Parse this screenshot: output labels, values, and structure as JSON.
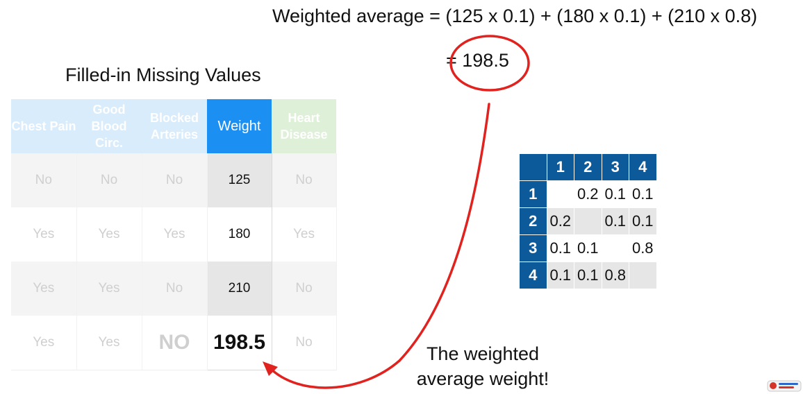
{
  "formula": "Weighted average = (125 x 0.1) + (180 x 0.1) + (210 x 0.8)",
  "result": "= 198.5",
  "left_title": "Filled-in Missing Values",
  "main_table": {
    "headers": [
      "Chest Pain",
      "Good Blood Circ.",
      "Blocked Arteries",
      "Weight",
      "Heart Disease"
    ],
    "rows": [
      [
        "No",
        "No",
        "No",
        "125",
        "No"
      ],
      [
        "Yes",
        "Yes",
        "Yes",
        "180",
        "Yes"
      ],
      [
        "Yes",
        "Yes",
        "No",
        "210",
        "No"
      ],
      [
        "Yes",
        "Yes",
        "NO",
        "198.5",
        "No"
      ]
    ]
  },
  "matrix": {
    "headers": [
      "1",
      "2",
      "3",
      "4"
    ],
    "rows": [
      {
        "label": "1",
        "cells": [
          "",
          "0.2",
          "0.1",
          "0.1"
        ]
      },
      {
        "label": "2",
        "cells": [
          "0.2",
          "",
          "0.1",
          "0.1"
        ]
      },
      {
        "label": "3",
        "cells": [
          "0.1",
          "0.1",
          "",
          "0.8"
        ]
      },
      {
        "label": "4",
        "cells": [
          "0.1",
          "0.1",
          "0.8",
          ""
        ]
      }
    ]
  },
  "caption_line1": "The weighted",
  "caption_line2": "average weight!",
  "colors": {
    "focus_header": "#1c8ff2",
    "matrix_header": "#0d5a9b",
    "annotation_red": "#e0231f"
  },
  "icons": {
    "logo": "statquest-logo"
  }
}
